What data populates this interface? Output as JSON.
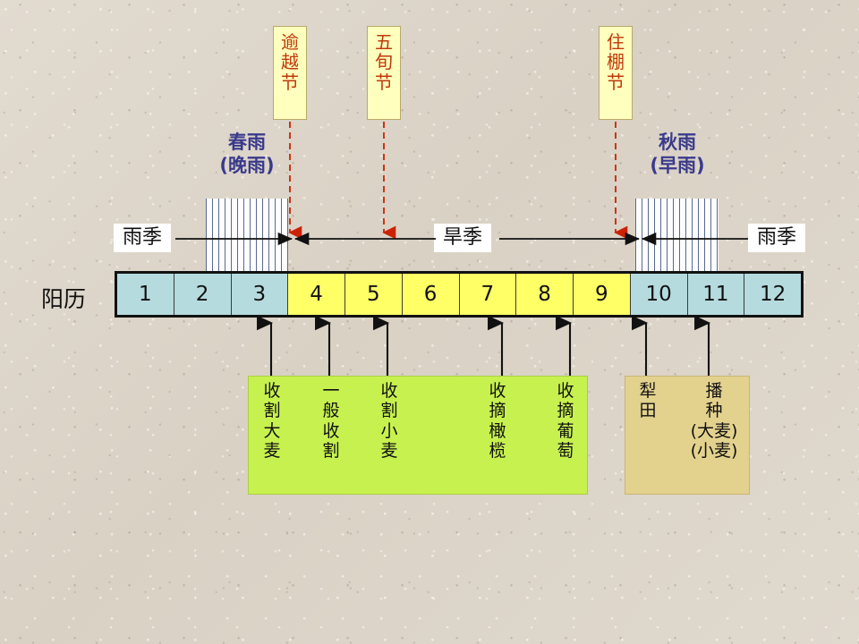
{
  "meta": {
    "title": "阳历农事与节期图",
    "colors": {
      "background": "#dcd4c8",
      "wet_month": "#b5dbdf",
      "dry_month": "#ffff66",
      "festival_box": "#ffffbe",
      "festival_text": "#c0390a",
      "rain_title_text": "#3a3a8c",
      "activity_green": "#c7f14e",
      "activity_tan": "#e3d28e",
      "arrow_red": "#cc2200",
      "arrow_black": "#111111"
    }
  },
  "festivals": [
    {
      "id": "passover",
      "label": [
        "逾",
        "越",
        "节"
      ],
      "month_target": 3.92
    },
    {
      "id": "pentecost",
      "label": [
        "五",
        "旬",
        "节"
      ],
      "month_target": 5.6
    },
    {
      "id": "tabernacles",
      "label": [
        "住",
        "棚",
        "节"
      ],
      "month_target": 10.05
    }
  ],
  "rain_titles": [
    {
      "id": "spring-rain",
      "lines": [
        "春雨",
        "(晚雨)"
      ]
    },
    {
      "id": "autumn-rain",
      "lines": [
        "秋雨",
        "(早雨)"
      ]
    }
  ],
  "seasons": [
    {
      "id": "wet-season-left",
      "label": "雨季"
    },
    {
      "id": "dry-season",
      "label": "旱季"
    },
    {
      "id": "wet-season-right",
      "label": "雨季"
    }
  ],
  "calendar": {
    "label": "阳历",
    "months": [
      {
        "n": "1",
        "type": "wet"
      },
      {
        "n": "2",
        "type": "wet"
      },
      {
        "n": "3",
        "type": "wet"
      },
      {
        "n": "4",
        "type": "dry"
      },
      {
        "n": "5",
        "type": "dry"
      },
      {
        "n": "6",
        "type": "dry"
      },
      {
        "n": "7",
        "type": "dry"
      },
      {
        "n": "8",
        "type": "dry"
      },
      {
        "n": "9",
        "type": "dry"
      },
      {
        "n": "10",
        "type": "wet"
      },
      {
        "n": "11",
        "type": "wet"
      },
      {
        "n": "12",
        "type": "wet"
      }
    ]
  },
  "activities": {
    "green_box": [
      {
        "id": "barley-harvest",
        "lines": [
          "收",
          "割",
          "大",
          "麦"
        ]
      },
      {
        "id": "general-harvest",
        "lines": [
          "一",
          "般",
          "收",
          "割"
        ]
      },
      {
        "id": "wheat-harvest",
        "lines": [
          "收",
          "割",
          "小",
          "麦"
        ]
      },
      {
        "id": "olive-picking",
        "lines": [
          "收",
          "摘",
          "橄",
          "榄"
        ]
      },
      {
        "id": "grape-picking",
        "lines": [
          "收",
          "摘",
          "葡",
          "萄"
        ]
      }
    ],
    "tan_box": [
      {
        "id": "plowing",
        "lines": [
          "犁",
          "田"
        ]
      },
      {
        "id": "sowing",
        "lines": [
          "播",
          "种",
          "(大麦)",
          "(小麦)"
        ]
      }
    ]
  }
}
